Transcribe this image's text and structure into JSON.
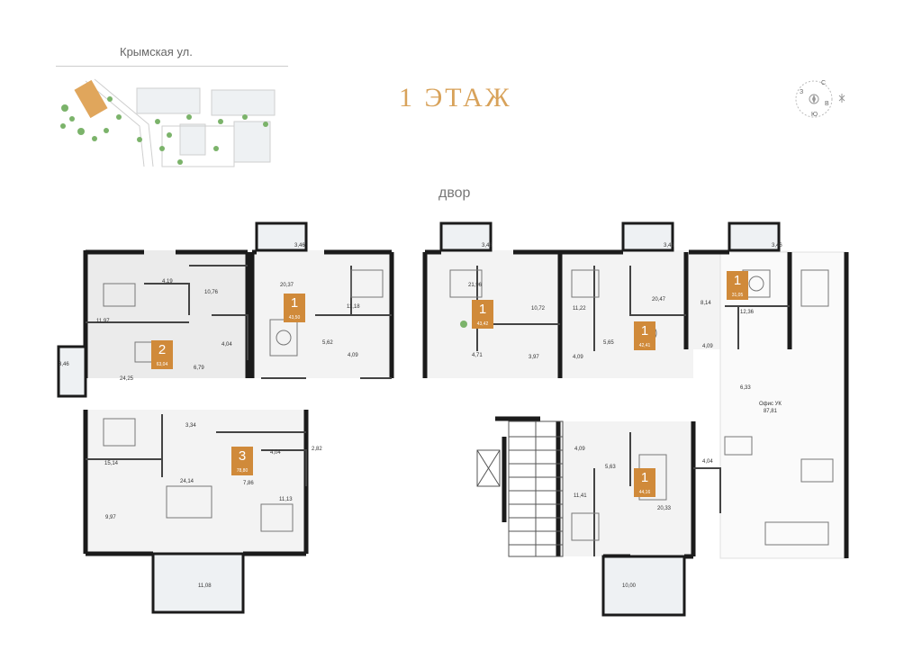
{
  "street": "Крымская ул.",
  "floor_title": "1 ЭТАЖ",
  "courtyard": "двор",
  "compass": {
    "n": "С",
    "w": "З",
    "e": "В",
    "s": "Ю"
  },
  "units": [
    {
      "rooms": "2",
      "area": "63,04"
    },
    {
      "rooms": "1",
      "area": "43,50"
    },
    {
      "rooms": "1",
      "area": "43,42"
    },
    {
      "rooms": "1",
      "area": "42,41"
    },
    {
      "rooms": "1",
      "area": "31,05"
    },
    {
      "rooms": "3",
      "area": "78,80"
    },
    {
      "rooms": "1",
      "area": "44,16"
    }
  ],
  "rooms": {
    "r1": "4,19",
    "r2": "10,76",
    "r3": "11,97",
    "r4": "24,25",
    "r5": "6,79",
    "r6": "4,04",
    "r7": "20,37",
    "r8": "11,18",
    "r9": "5,62",
    "r10": "4,09",
    "r11": "21,96",
    "r12": "10,72",
    "r13": "4,71",
    "r14": "3,97",
    "r15": "11,22",
    "r16": "4,09",
    "r17": "5,65",
    "r18": "20,47",
    "r19": "8,14",
    "r20": "12,36",
    "r21": "4,09",
    "r22": "6,33",
    "r23": "3,34",
    "r24": "15,14",
    "r25": "24,14",
    "r26": "9,97",
    "r27": "4,04",
    "r28": "7,86",
    "r29": "2,82",
    "r30": "11,13",
    "r31": "4,09",
    "r32": "5,63",
    "r33": "11,41",
    "r34": "20,33",
    "r35": "4,04"
  },
  "balconies": {
    "b1": "3,46",
    "b2": "3,46",
    "b3": "3,46",
    "b4": "3,46",
    "b5": "3,46",
    "b6": "11,08",
    "b7": "10,00"
  },
  "office": {
    "name": "Офис УК",
    "area": "87,81"
  }
}
